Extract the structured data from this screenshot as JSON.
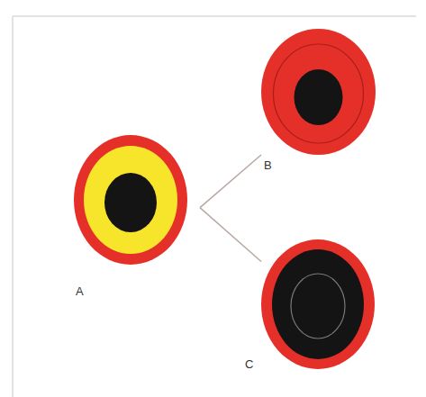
{
  "diagram": {
    "nodes": [
      {
        "text": [
          "A"
        ]
      },
      {
        "text": [
          "B"
        ]
      },
      {
        "text": [
          "C"
        ]
      }
    ],
    "edges": [
      {
        "from": 0,
        "to": 1,
        "arrow": "none"
      },
      {
        "from": 0,
        "to": 2,
        "arrow": "none"
      }
    ]
  }
}
